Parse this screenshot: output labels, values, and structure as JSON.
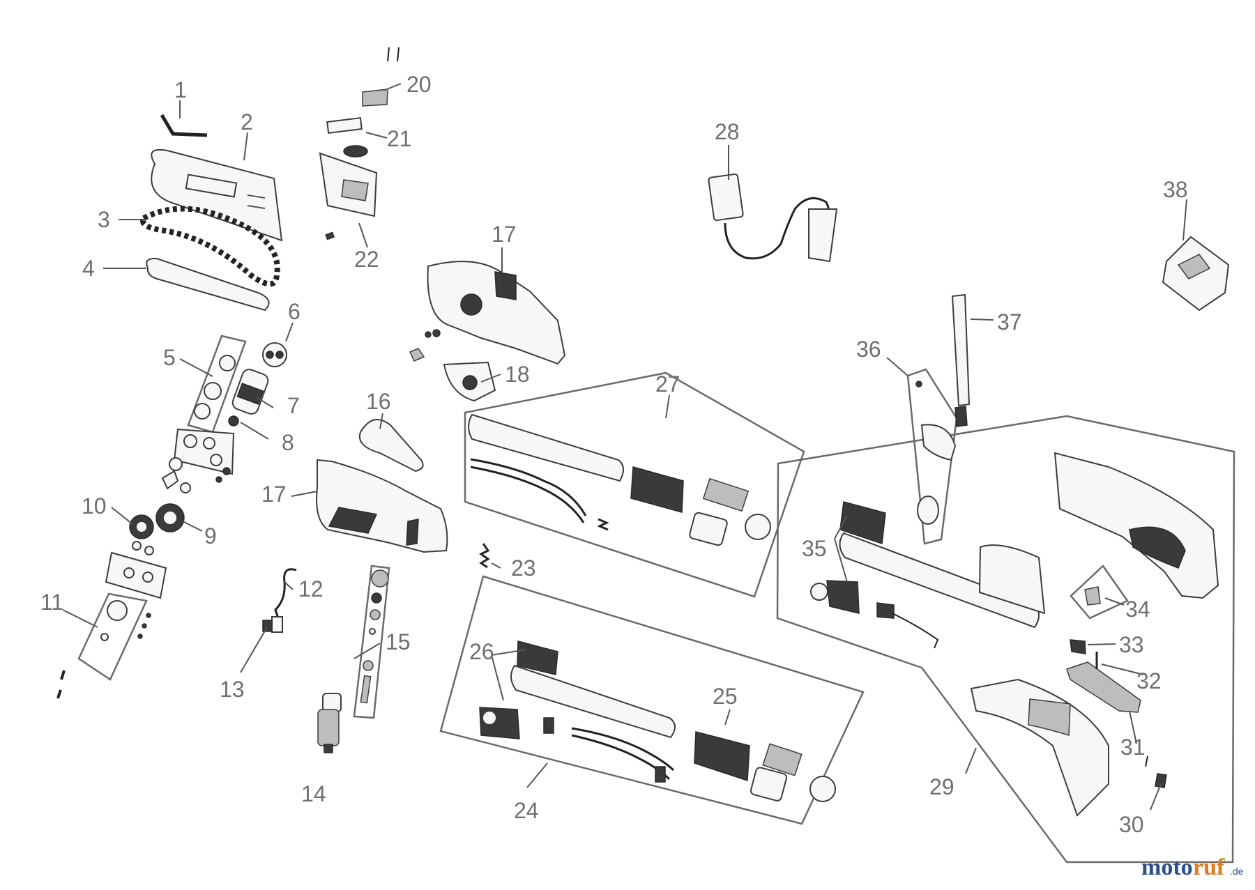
{
  "diagram": {
    "part_numbers": [
      "1",
      "2",
      "3",
      "4",
      "5",
      "6",
      "7",
      "8",
      "9",
      "10",
      "11",
      "12",
      "13",
      "14",
      "15",
      "16",
      "17",
      "17",
      "18",
      "20",
      "21",
      "22",
      "23",
      "24",
      "25",
      "26",
      "27",
      "28",
      "29",
      "30",
      "31",
      "32",
      "33",
      "34",
      "35",
      "36",
      "37",
      "38"
    ]
  },
  "watermark": {
    "text_a": "moto",
    "text_b": "ruf",
    "text_c": ".de"
  }
}
